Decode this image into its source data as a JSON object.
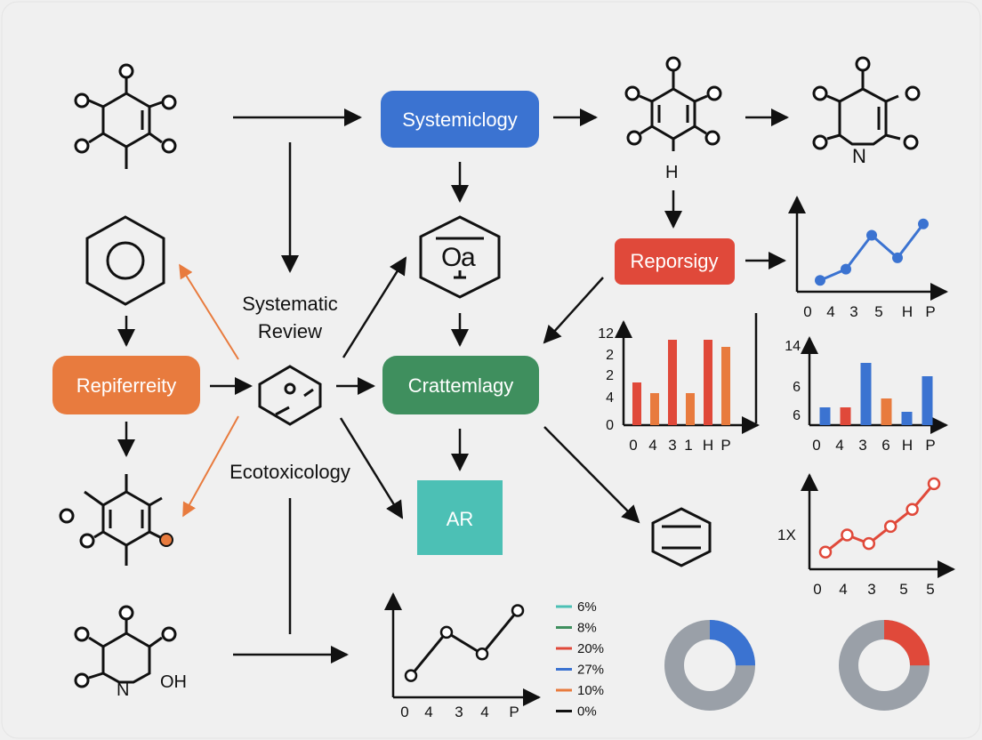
{
  "boxes": {
    "systemiclogy": "Systemiclogy",
    "reporsigy": "Reporsigy",
    "repiferreity": "Repiferreity",
    "crattemlagy": "Crattemlagy",
    "ar": "AR"
  },
  "labels": {
    "systematic_review_line1": "Systematic",
    "systematic_review_line2": "Review",
    "ecotoxicology": "Ecotoxicology"
  },
  "atoms": {
    "h": "H",
    "n_top_right": "N",
    "n_bottom": "N",
    "oh": "OH",
    "o_glyph": "O",
    "o_glyph_right": "a"
  },
  "colors": {
    "blue": "#3b73d1",
    "red": "#e0493a",
    "orange": "#e87b3e",
    "green": "#3f8f5e",
    "teal": "#4cc0b5",
    "gray": "#9aa0a8"
  },
  "chart_data": [
    {
      "type": "line",
      "x": [
        "0",
        "4",
        "3",
        "5",
        "H",
        "P"
      ],
      "values": [
        1,
        2,
        5,
        3,
        6
      ],
      "color": "blue"
    },
    {
      "type": "bar",
      "x": [
        "0",
        "4",
        "3",
        "1",
        "H",
        "P"
      ],
      "yticks": [
        "12",
        "2",
        "2",
        "4",
        "0"
      ],
      "values": [
        6,
        4.5,
        12,
        4.5,
        12,
        11
      ],
      "colors": [
        "red",
        "orange",
        "red",
        "orange",
        "red",
        "orange"
      ]
    },
    {
      "type": "bar",
      "x": [
        "0",
        "4",
        "3",
        "6",
        "H",
        "P"
      ],
      "yticks": [
        "14",
        "6",
        "6"
      ],
      "values": [
        2,
        2,
        7,
        3,
        1.5,
        5.5
      ],
      "colors": [
        "blue",
        "red",
        "blue",
        "orange",
        "blue",
        "blue"
      ]
    },
    {
      "type": "line",
      "x": [
        "0",
        "4",
        "3",
        "5",
        "5"
      ],
      "ylabel": "1X",
      "values": [
        1,
        2,
        1.5,
        2.5,
        3.5,
        5
      ],
      "color": "red"
    },
    {
      "type": "line",
      "x": [
        "0",
        "4",
        "3",
        "4",
        "P"
      ],
      "values": [
        1,
        3,
        2,
        4
      ],
      "color": "dark"
    },
    {
      "type": "legend",
      "items": [
        {
          "label": "6%",
          "color": "teal"
        },
        {
          "label": "8%",
          "color": "green"
        },
        {
          "label": "20%",
          "color": "red"
        },
        {
          "label": "27%",
          "color": "blue"
        },
        {
          "label": "10%",
          "color": "orange"
        },
        {
          "label": "0%",
          "color": "dark"
        }
      ]
    },
    {
      "type": "pie",
      "values": [
        0.25,
        0.75
      ],
      "colors": [
        "blue",
        "gray"
      ]
    },
    {
      "type": "pie",
      "values": [
        0.25,
        0.75
      ],
      "colors": [
        "red",
        "gray"
      ]
    }
  ]
}
